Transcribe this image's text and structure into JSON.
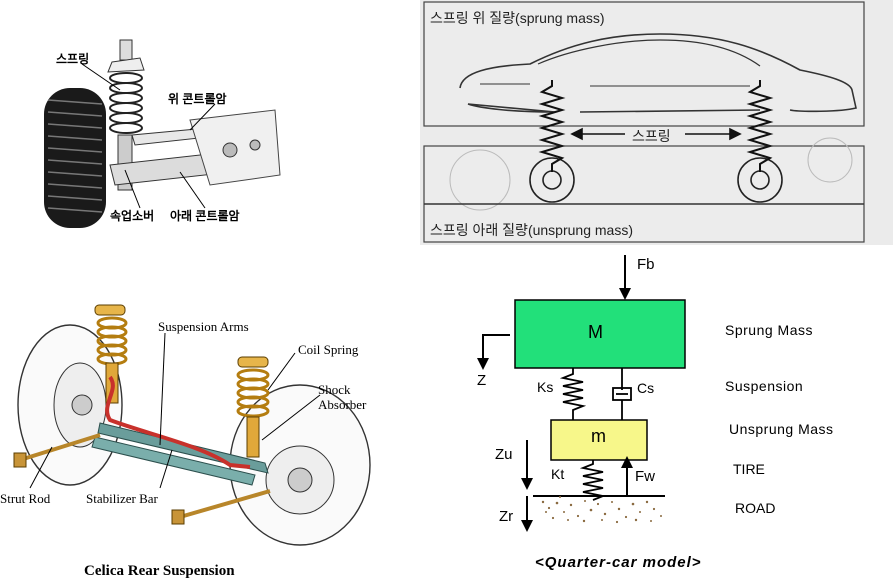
{
  "top_left": {
    "labels": {
      "spring": "스프링",
      "upper_arm": "위 콘트롤암",
      "shock": "속업소버",
      "lower_arm": "아래 콘트롤암"
    }
  },
  "top_right": {
    "sprung_label": "스프링 위 질량(sprung mass)",
    "spring_label": "스프링",
    "unsprung_label": "스프링 아래 질량(unsprung mass)"
  },
  "bottom_left": {
    "labels": {
      "suspension_arms": "Suspension Arms",
      "coil_spring": "Coil Spring",
      "shock_absorber_1": "Shock",
      "shock_absorber_2": "Absorber",
      "strut_rod": "Strut Rod",
      "stabilizer_bar": "Stabilizer Bar"
    },
    "caption": "Celica Rear Suspension"
  },
  "quarter_car": {
    "fb": "Fb",
    "big_mass": "M",
    "small_mass": "m",
    "z": "Z",
    "zu": "Zu",
    "zr": "Zr",
    "ks": "Ks",
    "cs": "Cs",
    "kt": "Kt",
    "fw": "Fw",
    "sprung_mass": "Sprung Mass",
    "suspension": "Suspension",
    "unsprung_mass": "Unsprung Mass",
    "tire": "TIRE",
    "road": "ROAD",
    "caption": "<Quarter-car model>",
    "colors": {
      "big_mass": "#22e07a",
      "small_mass": "#f7f78a"
    }
  }
}
